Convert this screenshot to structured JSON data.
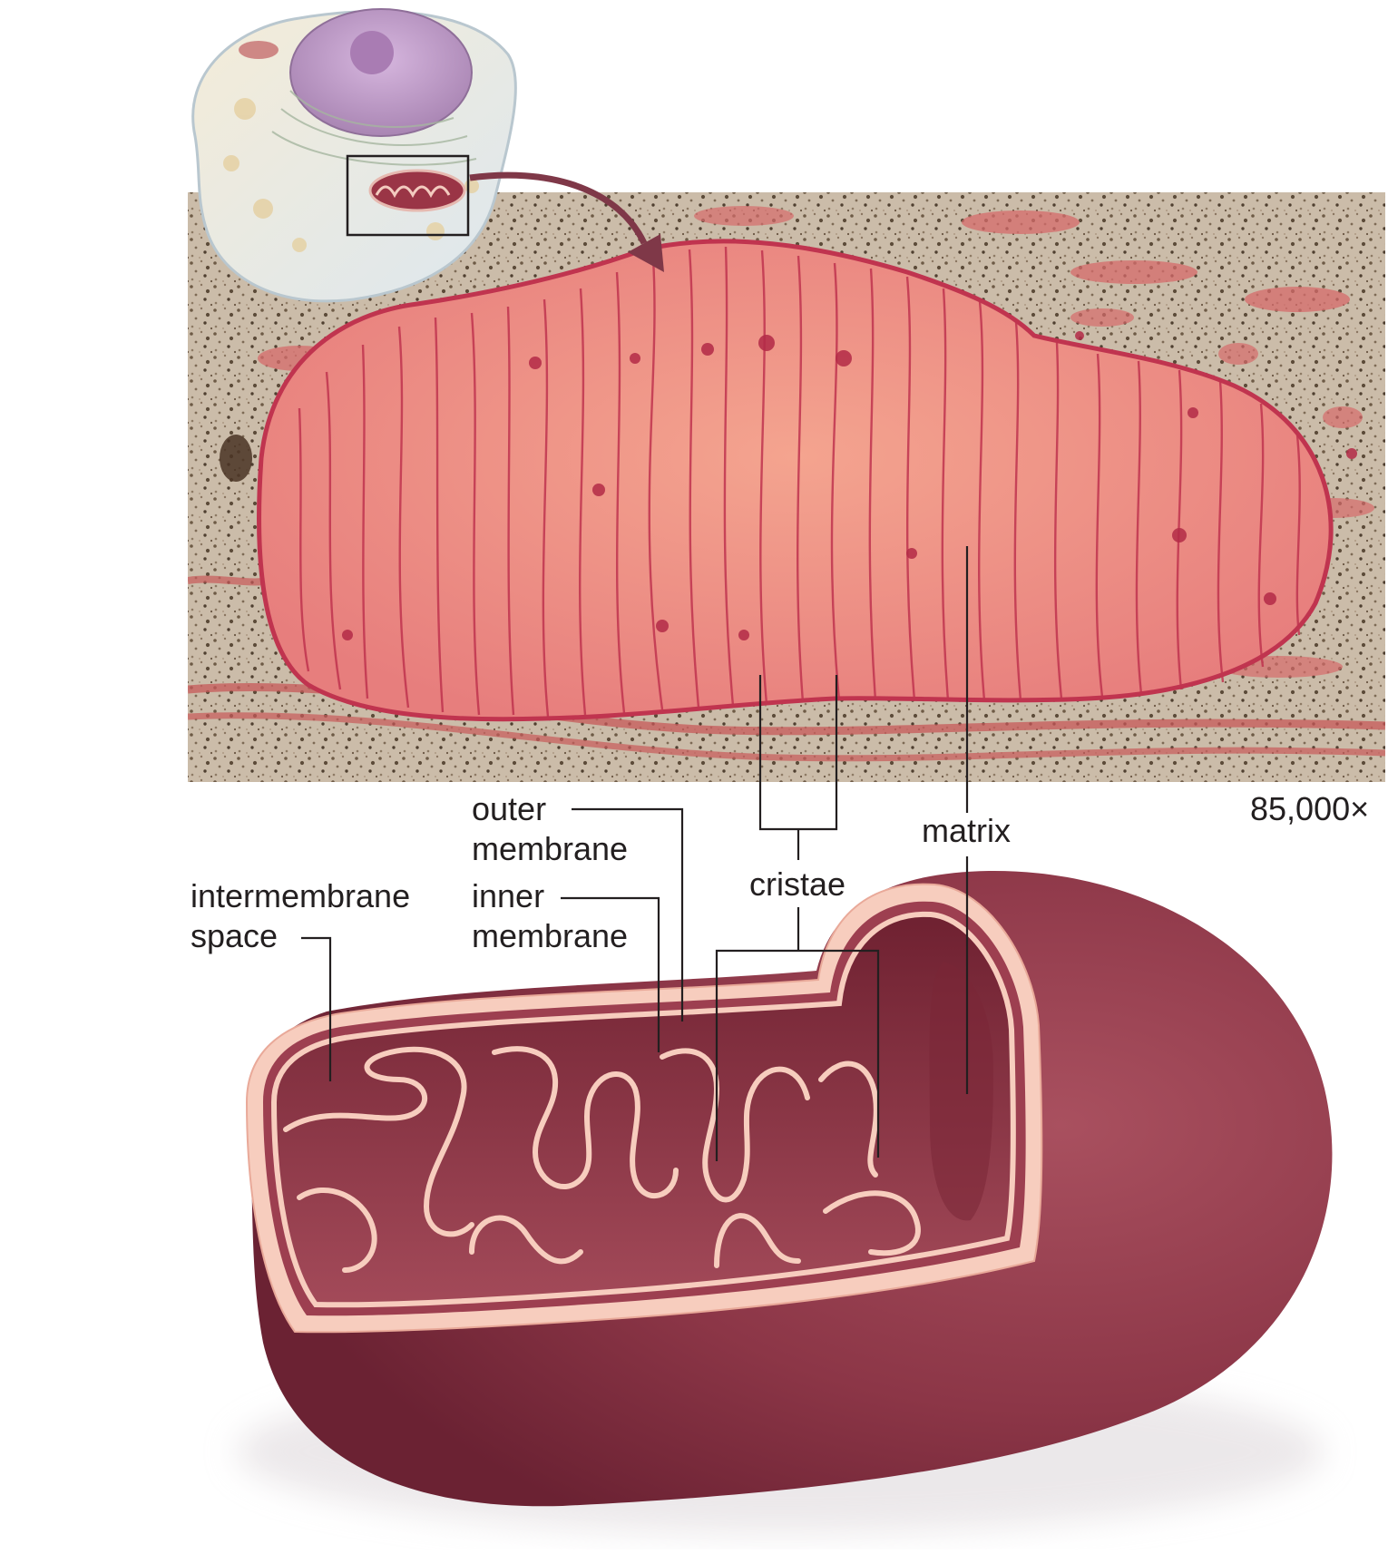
{
  "figure": {
    "magnification": "85,000×",
    "labels": {
      "outer_membrane": [
        "outer",
        "membrane"
      ],
      "inner_membrane": [
        "inner",
        "membrane"
      ],
      "intermembrane_space": [
        "intermembrane",
        "space"
      ],
      "cristae": "cristae",
      "matrix": "matrix"
    }
  },
  "colors": {
    "micrograph_background": "#c9b8a6",
    "micrograph_mitochondrion": "#ef8f84",
    "crista_line": "#c0344f",
    "model_body": "#8e3a49",
    "model_membrane": "#f7cdbe",
    "leader_line": "#231f20"
  }
}
